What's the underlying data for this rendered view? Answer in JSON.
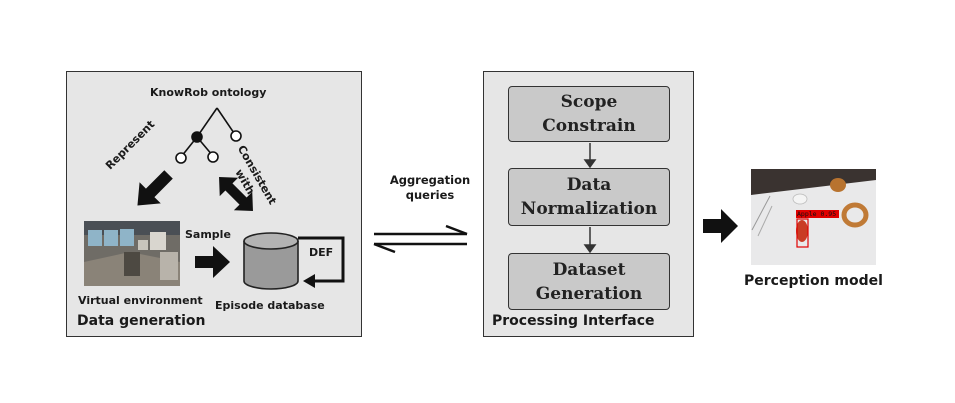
{
  "left_panel": {
    "ontology_label": "KnowRob ontology",
    "represent_label": "Represent",
    "consistent_label": "Consistent\nwith",
    "sample_label": "Sample",
    "def_label": "DEF",
    "virtual_env_label": "Virtual environment",
    "episode_db_label": "Episode database",
    "title": "Data generation"
  },
  "middle": {
    "aggregation_label": "Aggregation\nqueries"
  },
  "right_panel": {
    "boxes": [
      "Scope\nConstrain",
      "Data\nNormalization",
      "Dataset\nGeneration"
    ],
    "title": "Processing Interface"
  },
  "output": {
    "detection_label": "Apple 0.95",
    "perception_label": "Perception model"
  }
}
